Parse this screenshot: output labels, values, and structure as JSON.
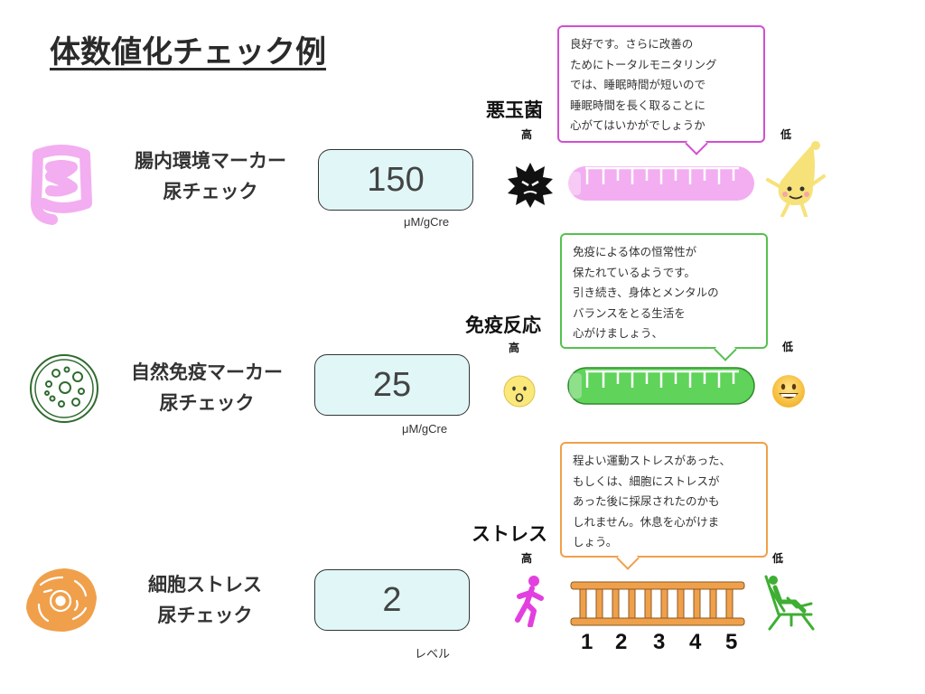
{
  "title": "体数値化チェック例",
  "rows": [
    {
      "label_line1": "腸内環境マーカー",
      "label_line2": "尿チェック",
      "value": "150",
      "unit": "μM/gCre",
      "category": "悪玉菌",
      "high": "高",
      "low": "低",
      "left_icon": "germ-icon",
      "right_icon": "happy-droplet-icon",
      "gauge_color": "#f2aef0",
      "comment": [
        "良好です。さらに改善の",
        "ためにトータルモニタリング",
        "では、睡眠時間が短いので",
        "睡眠時間を長く取ることに",
        "心がてはいかがでしょうか"
      ]
    },
    {
      "label_line1": "自然免疫マーカー",
      "label_line2": "尿チェック",
      "value": "25",
      "unit": "μM/gCre",
      "category": "免疫反応",
      "high": "高",
      "low": "低",
      "left_icon": "surprised-face-icon",
      "right_icon": "grinning-face-icon",
      "gauge_color": "#5fd35a",
      "comment": [
        "免疫による体の恒常性が",
        "保たれているようです。",
        "引き続き、身体とメンタルの",
        "バランスをとる生活を",
        "心がけましょう、"
      ]
    },
    {
      "label_line1": "細胞ストレス",
      "label_line2": "尿チェック",
      "value": "2",
      "unit": "レベル",
      "category": "ストレス",
      "high": "高",
      "low": "低",
      "left_icon": "running-person-icon",
      "right_icon": "deck-chair-icon",
      "gauge_color": "#f0a04b",
      "scale_numbers": [
        "1",
        "2",
        "3",
        "4",
        "5"
      ],
      "comment": [
        "程よい運動ストレスがあった、",
        "もしくは、細胞にストレスが",
        "あった後に採尿されたのかも",
        "しれません。休息を心がけま",
        "しょう。"
      ]
    }
  ],
  "colors": {
    "pink": "#f2aef0",
    "pink_border": "#d24fd0",
    "green": "#5fd35a",
    "green_border": "#55c14f",
    "orange": "#f0a04b",
    "value_box_bg": "#e1f7f7"
  }
}
